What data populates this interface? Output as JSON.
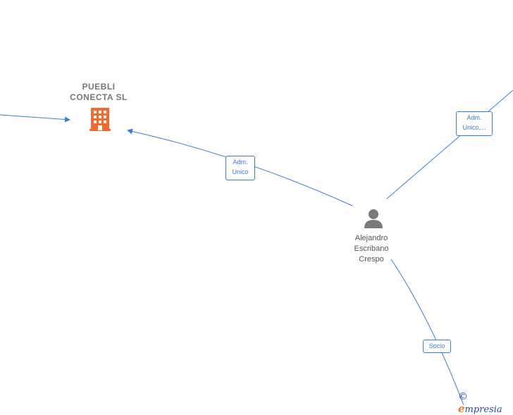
{
  "nodes": {
    "company": {
      "label": "PUEBLI\nCONECTA  SL",
      "icon": "building-icon",
      "color": "#f26a2e"
    },
    "person": {
      "label": "Alejandro\nEscribano\nCrespo",
      "icon": "person-icon",
      "color": "#7a7a7a"
    }
  },
  "edges": {
    "adm_unico": {
      "label": "Adm.\nUnico"
    },
    "adm_unico_top": {
      "label": "Adm.\nUnico,..."
    },
    "socio": {
      "label": "Socio"
    }
  },
  "colors": {
    "edge": "#3a7bd5",
    "accent": "#f26a2e"
  },
  "brand": {
    "copyright": "©",
    "e": "e",
    "rest": "mpresia"
  }
}
